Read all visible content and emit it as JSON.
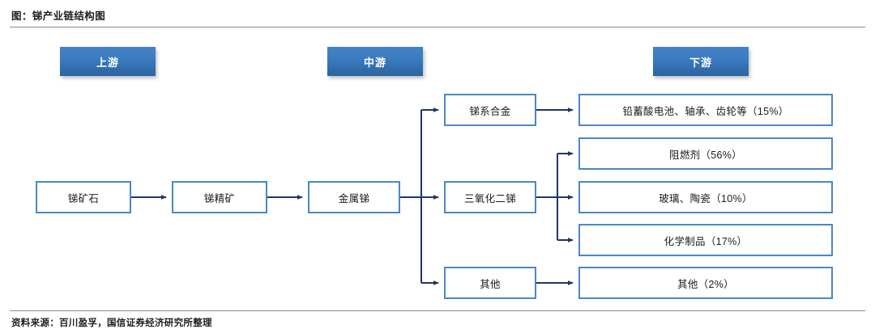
{
  "figure": {
    "title": "图：锑产业链结构图",
    "source": "资料来源：百川盈孚，国信证券经济研究所整理"
  },
  "stages": [
    {
      "label": "上游"
    },
    {
      "label": "中游"
    },
    {
      "label": "下游"
    }
  ],
  "upstream": [
    {
      "label": "锑矿石"
    },
    {
      "label": "锑精矿"
    },
    {
      "label": "金属锑"
    }
  ],
  "midstream": [
    {
      "label": "锑系合金"
    },
    {
      "label": "三氧化二锑"
    },
    {
      "label": "其他"
    }
  ],
  "downstream": [
    {
      "label": "铅蓄酸电池、轴承、齿轮等（15%）",
      "share": 15
    },
    {
      "label": "阻燃剂（56%）",
      "share": 56
    },
    {
      "label": "玻璃、陶瓷（10%）",
      "share": 10
    },
    {
      "label": "化学制品（17%）",
      "share": 17
    },
    {
      "label": "其他（2%）",
      "share": 2
    }
  ],
  "colors": {
    "stage_gradient_top": "#4382c4",
    "stage_gradient_bottom": "#2a64a0",
    "node_border": "#4a86c8",
    "connector": "#1f3864",
    "rule": "#8a8a8a",
    "background": "#ffffff"
  }
}
